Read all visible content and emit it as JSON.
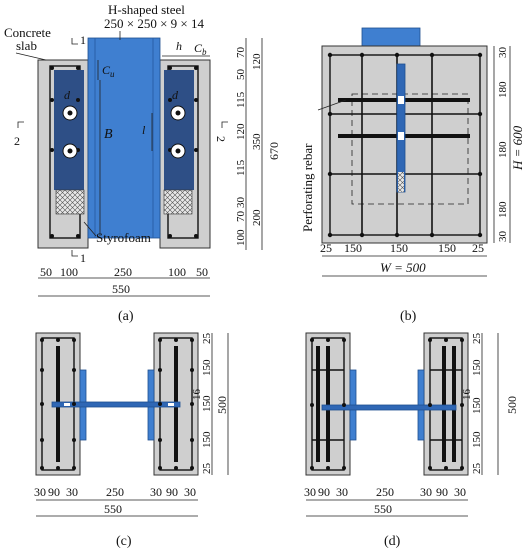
{
  "panel_a": {
    "caption": "(a)",
    "label_concrete_slab_line1": "Concrete",
    "label_concrete_slab_line2": "slab",
    "label_steel_line1": "H-shaped steel",
    "label_steel_line2": "250 × 250 × 9 × 14",
    "label_styrofoam": "Styrofoam",
    "section_marks": [
      "1",
      "1",
      "2",
      "2"
    ],
    "sym_cu": "C",
    "sym_cu_sub": "u",
    "sym_cb": "C",
    "sym_cb_sub": "b",
    "sym_h": "h",
    "sym_d": "d",
    "sym_B": "B",
    "sym_l": "l",
    "right_dims": [
      "70",
      "50",
      "115",
      "120",
      "115",
      "30",
      "70",
      "100"
    ],
    "right_dims_mid": [
      "120",
      "350",
      "200"
    ],
    "total_height": "670",
    "bottom_dims": [
      "50",
      "100",
      "250",
      "100",
      "50"
    ],
    "total_width": "550"
  },
  "panel_b": {
    "caption": "(b)",
    "label_rebar": "Perforating rebar",
    "height_label": "H = 600",
    "width_label": "W = 500",
    "right_dims": [
      "30",
      "180",
      "180",
      "180",
      "30"
    ],
    "bottom_dims": [
      "25",
      "150",
      "150",
      "150",
      "25"
    ]
  },
  "panel_c": {
    "caption": "(c)",
    "right_dims": [
      "25",
      "150",
      "150",
      "16",
      "150",
      "25"
    ],
    "total_height": "500",
    "bottom_dims": [
      "30",
      "90",
      "30",
      "250",
      "30",
      "90",
      "30"
    ],
    "total_width": "550"
  },
  "panel_d": {
    "caption": "(d)",
    "right_dims": [
      "25",
      "150",
      "16",
      "150",
      "25"
    ],
    "right_mid": "150",
    "total_height": "500",
    "bottom_dims": [
      "30",
      "90",
      "30",
      "250",
      "30",
      "90",
      "30"
    ],
    "total_width": "550"
  },
  "colors": {
    "steel": "#3f7fd0",
    "concrete": "#cfcfcf",
    "slab_inner": "#2e4f86"
  }
}
